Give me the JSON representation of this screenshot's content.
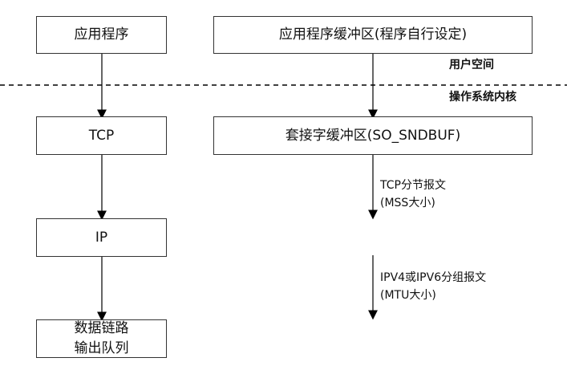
{
  "left_stack": {
    "app": "应用程序",
    "tcp": "TCP",
    "ip": "IP",
    "queue_line1": "数据链路",
    "queue_line2": "输出队列"
  },
  "right_stack": {
    "app_buffer": "应用程序缓冲区(程序自行设定)",
    "socket_buffer": "套接字缓冲区(SO_SNDBUF)"
  },
  "space_labels": {
    "user_space": "用户空间",
    "kernel_space": "操作系统内核"
  },
  "flow_labels": {
    "tcp_segment_line1": "TCP分节报文",
    "tcp_segment_line2": "(MSS大小)",
    "ip_packet_line1": "IPV4或IPV6分组报文",
    "ip_packet_line2": "(MTU大小)"
  }
}
